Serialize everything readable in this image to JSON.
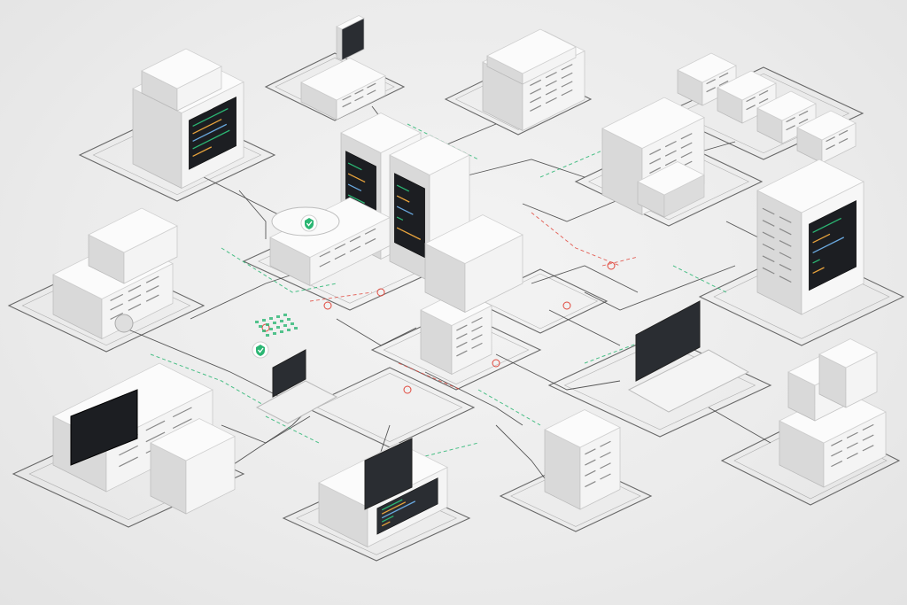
{
  "colors": {
    "background": "#ececec",
    "device_body": "#f4f4f4",
    "device_shade": "#d9d9d9",
    "device_dark": "#d0d0d0",
    "line": "#3c3c3c",
    "link_green": "#2bb673",
    "link_red": "#e0473c",
    "screen": "#2a2d32",
    "screen_dark": "#1c1e22"
  },
  "icons": [
    "shield-check-icon",
    "shield-check-icon"
  ],
  "devices": [
    {
      "kind": "server-stack"
    },
    {
      "kind": "workstation"
    },
    {
      "kind": "printer"
    },
    {
      "kind": "terminal-row"
    },
    {
      "kind": "lab-equipment"
    },
    {
      "kind": "core-server-rack"
    },
    {
      "kind": "router-hub"
    },
    {
      "kind": "tower-server"
    },
    {
      "kind": "monitor-station"
    },
    {
      "kind": "network-node"
    },
    {
      "kind": "laptop"
    },
    {
      "kind": "laptop"
    },
    {
      "kind": "industrial-unit"
    },
    {
      "kind": "tower-pc"
    },
    {
      "kind": "pos-terminal"
    },
    {
      "kind": "storage-array"
    }
  ]
}
